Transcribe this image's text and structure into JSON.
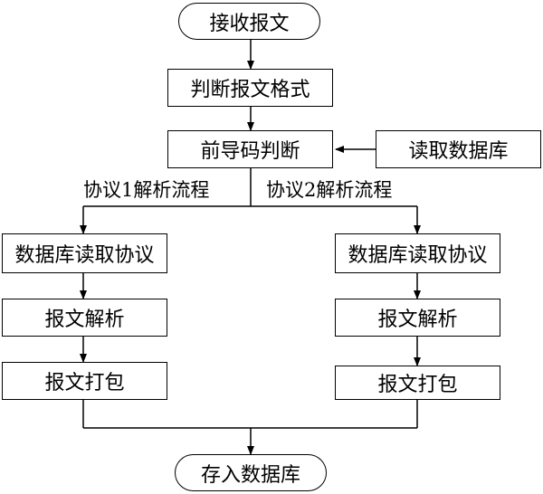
{
  "flowchart": {
    "start": "接收报文",
    "check_format": "判断报文格式",
    "preamble_check": "前导码判断",
    "read_db": "读取数据库",
    "branch1_label": "协议1解析流程",
    "branch2_label": "协议2解析流程",
    "branch1": {
      "read_protocol": "数据库读取协议",
      "parse": "报文解析",
      "pack": "报文打包"
    },
    "branch2": {
      "read_protocol": "数据库读取协议",
      "parse": "报文解析",
      "pack": "报文打包"
    },
    "end": "存入数据库"
  }
}
